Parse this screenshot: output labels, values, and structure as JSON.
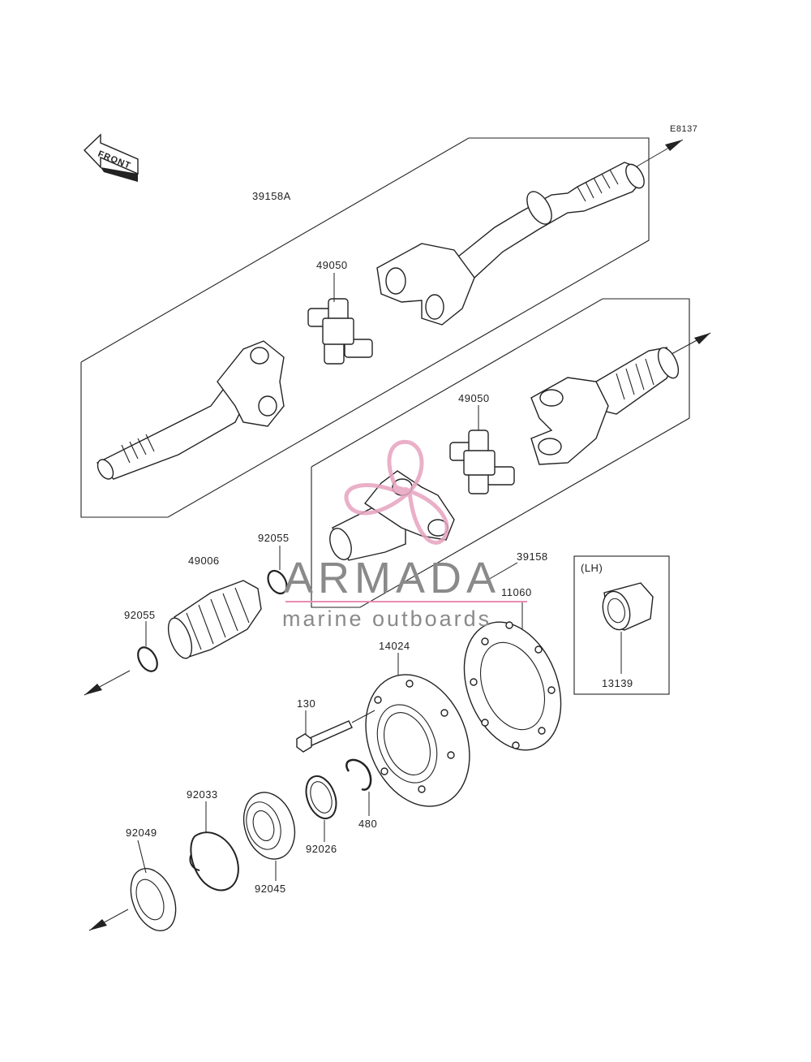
{
  "diagram": {
    "code": "E8137",
    "front_arrow": "FRONT",
    "lh_box_label": "(LH)",
    "labels": {
      "p39158A": "39158A",
      "p49050_top": "49050",
      "p49050_mid": "49050",
      "p39158": "39158",
      "p92055_a": "92055",
      "p92055_b": "92055",
      "p49006": "49006",
      "p11060": "11060",
      "p14024": "14024",
      "p130": "130",
      "p480": "480",
      "p92026": "92026",
      "p92033": "92033",
      "p92045": "92045",
      "p92049": "92049",
      "p13139": "13139"
    }
  },
  "watermark": {
    "brand": "ARMADA",
    "tagline": "marine outboards",
    "logo_color": "#e7a3bf",
    "text_color": "#8a8a8a",
    "rule_color": "#e58fb1"
  }
}
